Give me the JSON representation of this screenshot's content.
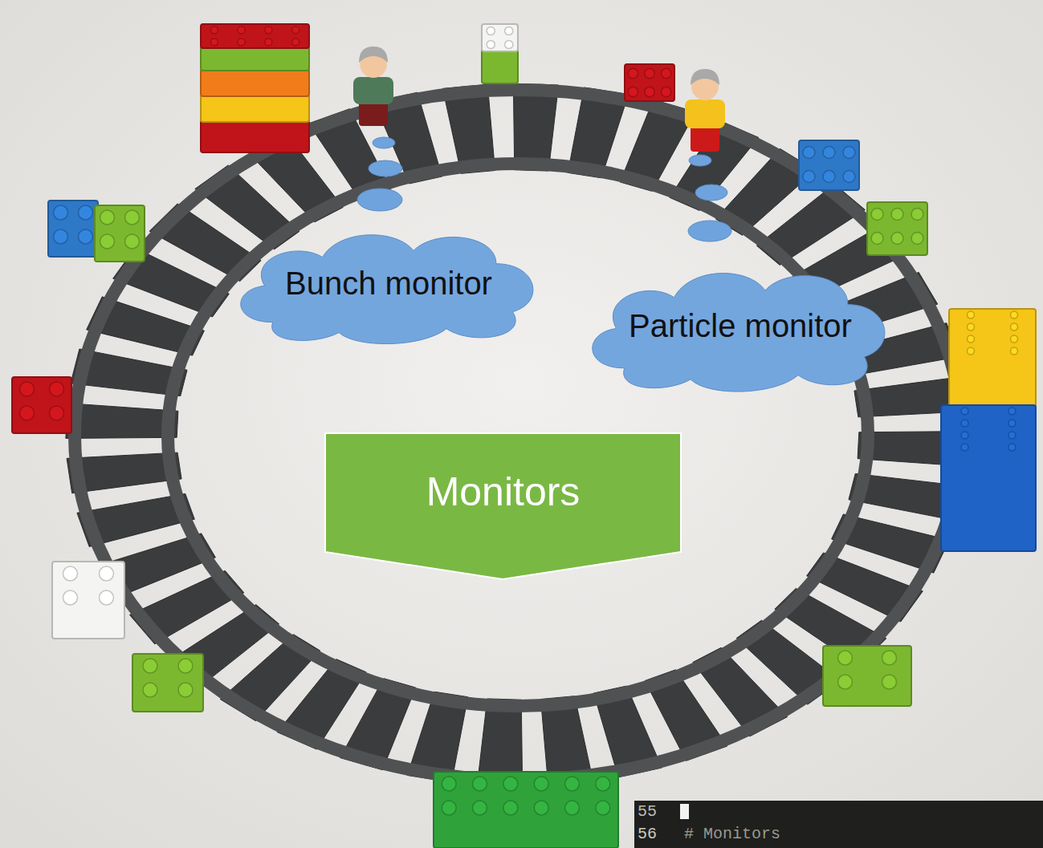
{
  "diagram": {
    "nodes": [
      {
        "text": [
          "Bunch monitor"
        ]
      },
      {
        "text": [
          "Particle monitor"
        ]
      },
      {
        "text": [
          "Monitors"
        ]
      },
      {
        "text": [
          "55",
          "56",
          "# Monitors"
        ]
      }
    ]
  }
}
